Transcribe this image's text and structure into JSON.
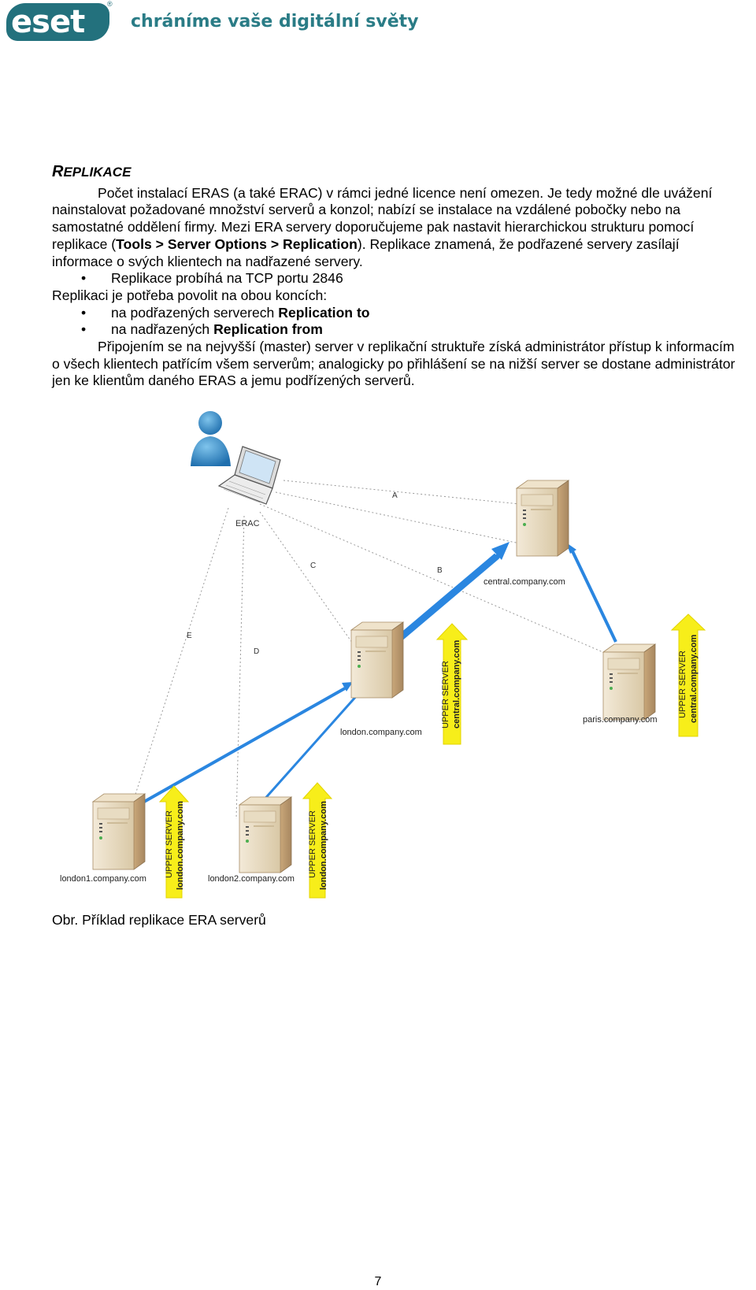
{
  "header": {
    "logo_text": "eset",
    "logo_reg": "®",
    "tagline": "chráníme vaše digitální světy"
  },
  "section": {
    "title_first": "R",
    "title_rest": "EPLIKACE",
    "para1": "Počet instalací ERAS (a také ERAC) v rámci jedné licence není omezen. Je tedy možné dle uvážení nainstalovat požadované množství serverů a konzol; nabízí se instalace na vzdálené pobočky nebo na samostatné oddělení firmy. Mezi ERA servery doporučujeme pak nastavit hierarchickou strukturu pomocí replikace (",
    "para1_bold": "Tools > Server Options > Replication",
    "para1_end": "). Replikace znamená, že podřazené servery zasílají informace o svých klientech na nadřazené servery.",
    "bullet1": "Replikace probíhá na TCP portu 2846",
    "line_replikaci": "Replikaci je potřeba povolit na obou koncích:",
    "bullet2_text": "na podřazených serverech ",
    "bullet2_bold": "Replication to",
    "bullet3_text": "na nadřazených ",
    "bullet3_bold": "Replication from",
    "para2": "Připojením se na nejvyšší (master) server v replikační struktuře získá administrátor přístup k informacím o všech klientech patřícím všem serverům; analogicky po přihlášení se na nižší server se dostane administrátor jen ke klientům daného ERAS a jemu podřízených serverů."
  },
  "diagram": {
    "console_label": "ERAC",
    "connection_labels": [
      "A",
      "B",
      "C",
      "D",
      "E"
    ],
    "servers": {
      "central": "central.company.com",
      "london": "london.company.com",
      "paris": "paris.company.com",
      "london1": "london1.company.com",
      "london2": "london2.company.com"
    },
    "upper_server_label": "UPPER SERVER",
    "upper_targets": {
      "london": "central.company.com",
      "paris": "central.company.com",
      "london1": "london.company.com",
      "london2": "london.company.com"
    },
    "colors": {
      "arrow_blue": "#2a86e0",
      "upper_yellow": "#f7ee1a",
      "dotted_line": "#9a9a9a"
    }
  },
  "caption": "Obr. Příklad replikace ERA serverů",
  "page_number": "7"
}
